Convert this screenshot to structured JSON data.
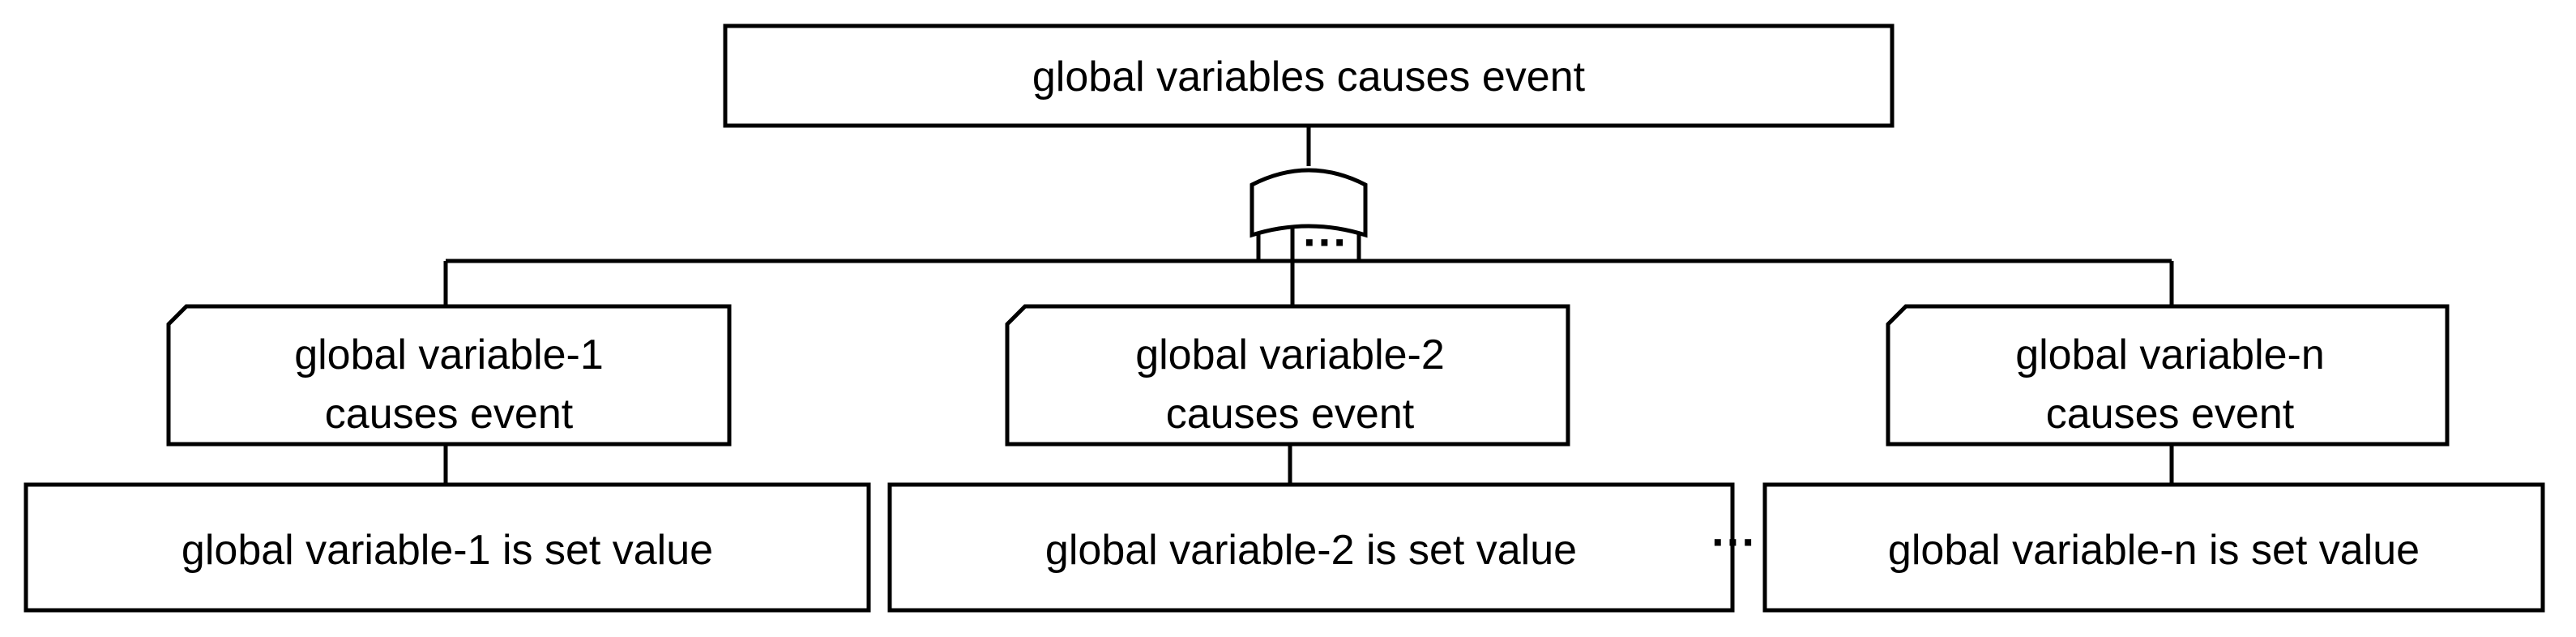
{
  "top_event": {
    "label": "global variables causes event"
  },
  "or_gate": {
    "icon": "or-gate-icon",
    "ellipsis": "···"
  },
  "events": [
    {
      "line1": "global variable-1",
      "line2": "causes event"
    },
    {
      "line1": "global variable-2",
      "line2": "causes event"
    },
    {
      "line1": "global variable-n",
      "line2": "causes event"
    }
  ],
  "basic_events": [
    {
      "label": "global variable-1 is set value"
    },
    {
      "label": "global variable-2 is set value"
    },
    {
      "label": "global variable-n is set value"
    }
  ],
  "bottom_ellipsis": "···"
}
